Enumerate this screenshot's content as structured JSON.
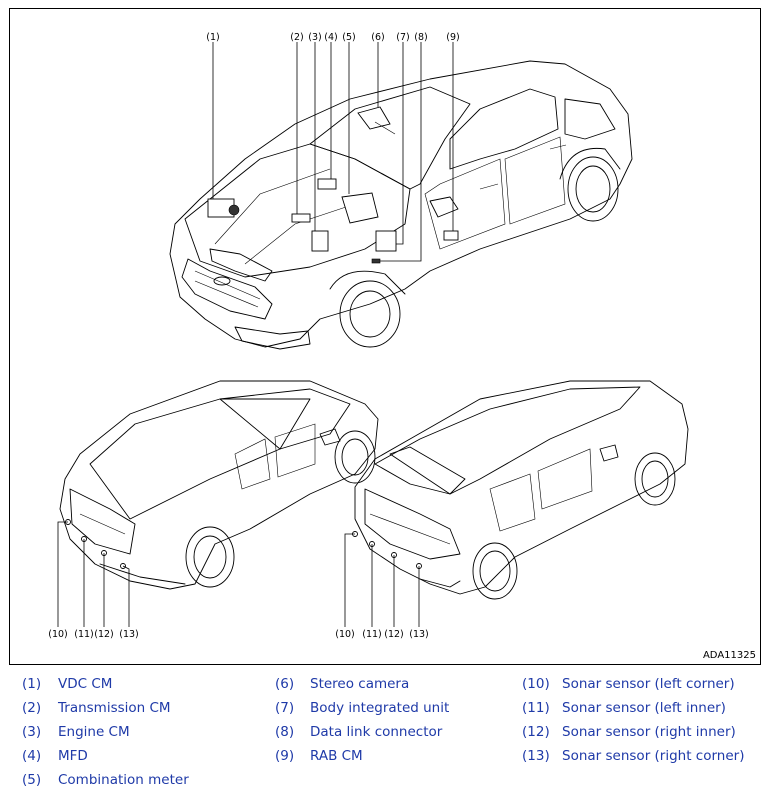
{
  "figure": {
    "code": "ADA11325",
    "callouts_top": [
      "(1)",
      "(2)",
      "(3)",
      "(4)",
      "(5)",
      "(6)",
      "(7)",
      "(8)",
      "(9)"
    ],
    "callouts_sedan": [
      "(10)",
      "(11)",
      "(12)",
      "(13)"
    ],
    "callouts_hatch": [
      "(10)",
      "(11)",
      "(12)",
      "(13)"
    ]
  },
  "legend": {
    "col1": [
      {
        "num": "(1)",
        "label": "VDC CM"
      },
      {
        "num": "(2)",
        "label": "Transmission CM"
      },
      {
        "num": "(3)",
        "label": "Engine CM"
      },
      {
        "num": "(4)",
        "label": "MFD"
      },
      {
        "num": "(5)",
        "label": "Combination meter"
      }
    ],
    "col2": [
      {
        "num": "(6)",
        "label": "Stereo camera"
      },
      {
        "num": "(7)",
        "label": "Body integrated unit"
      },
      {
        "num": "(8)",
        "label": "Data link connector"
      },
      {
        "num": "(9)",
        "label": "RAB CM"
      }
    ],
    "col3": [
      {
        "num": "(10)",
        "label": "Sonar sensor (left corner)"
      },
      {
        "num": "(11)",
        "label": "Sonar sensor (left inner)"
      },
      {
        "num": "(12)",
        "label": "Sonar sensor (right inner)"
      },
      {
        "num": "(13)",
        "label": "Sonar sensor (right corner)"
      }
    ]
  }
}
